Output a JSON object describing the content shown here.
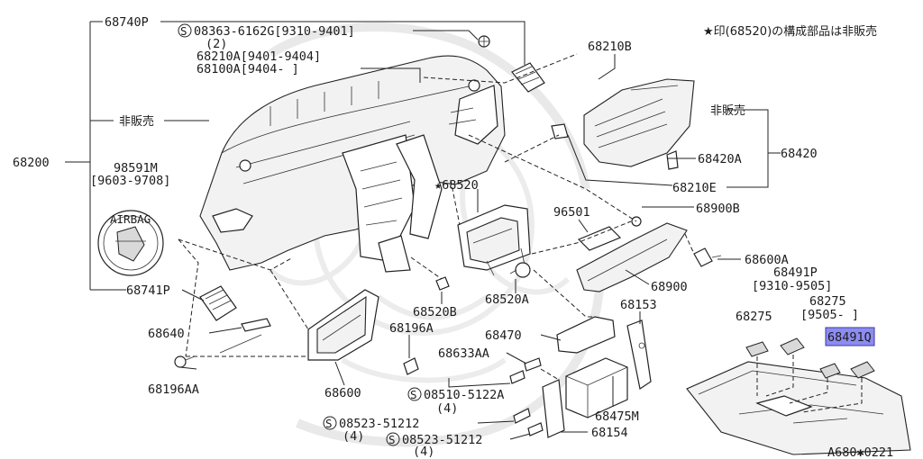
{
  "note": {
    "text": "★印(68520)の構成部品は非販売"
  },
  "drawing_code": "A680✱0221",
  "labels": {
    "p68740P": "68740P",
    "screw_code": "08363-6162G[9310-9401]",
    "screw_qty": "(2)",
    "p68210A": "68210A[9401-9404]",
    "p68100A": "68100A[9404-    ]",
    "hihanbai_left": "非販売",
    "p68200": "68200",
    "p98591M": "98591M",
    "p98591M_date": "[9603-9708]",
    "airbag_text": "AIRBAG",
    "p68741P": "68741P",
    "p68210B": "68210B",
    "hihanbai_right": "非販売",
    "p68420A": "68420A",
    "p68420": "68420",
    "p68210E": "68210E",
    "p68520": "★68520",
    "p96501": "96501",
    "p68900B": "68900B",
    "p68600A": "68600A",
    "p68491P": "68491P",
    "p68491P_date": "[9310-9505]",
    "p68275_top": "68275",
    "p68275_date": "[9505-      ]",
    "p68275_left": "68275",
    "p68491Q": "68491Q",
    "p68900": "68900",
    "p68520A": "68520A",
    "p68520B": "68520B",
    "p68153": "68153",
    "p68640": "68640",
    "p68196A": "68196A",
    "p68470": "68470",
    "p68633AA": "68633AA",
    "p68196AA": "68196AA",
    "p68600": "68600",
    "bolt1_code": "08510-5122A",
    "bolt1_qty": "(4)",
    "bolt2_code": "08523-51212",
    "bolt2_qty": "(4)",
    "bolt3_code": "08523-51212",
    "bolt3_qty": "(4)",
    "p68475M": "68475M",
    "p68154": "68154"
  },
  "symbols": {
    "screw_mark": "S"
  },
  "highlight": {
    "part": "68491Q",
    "color": "#8c8cf0"
  }
}
